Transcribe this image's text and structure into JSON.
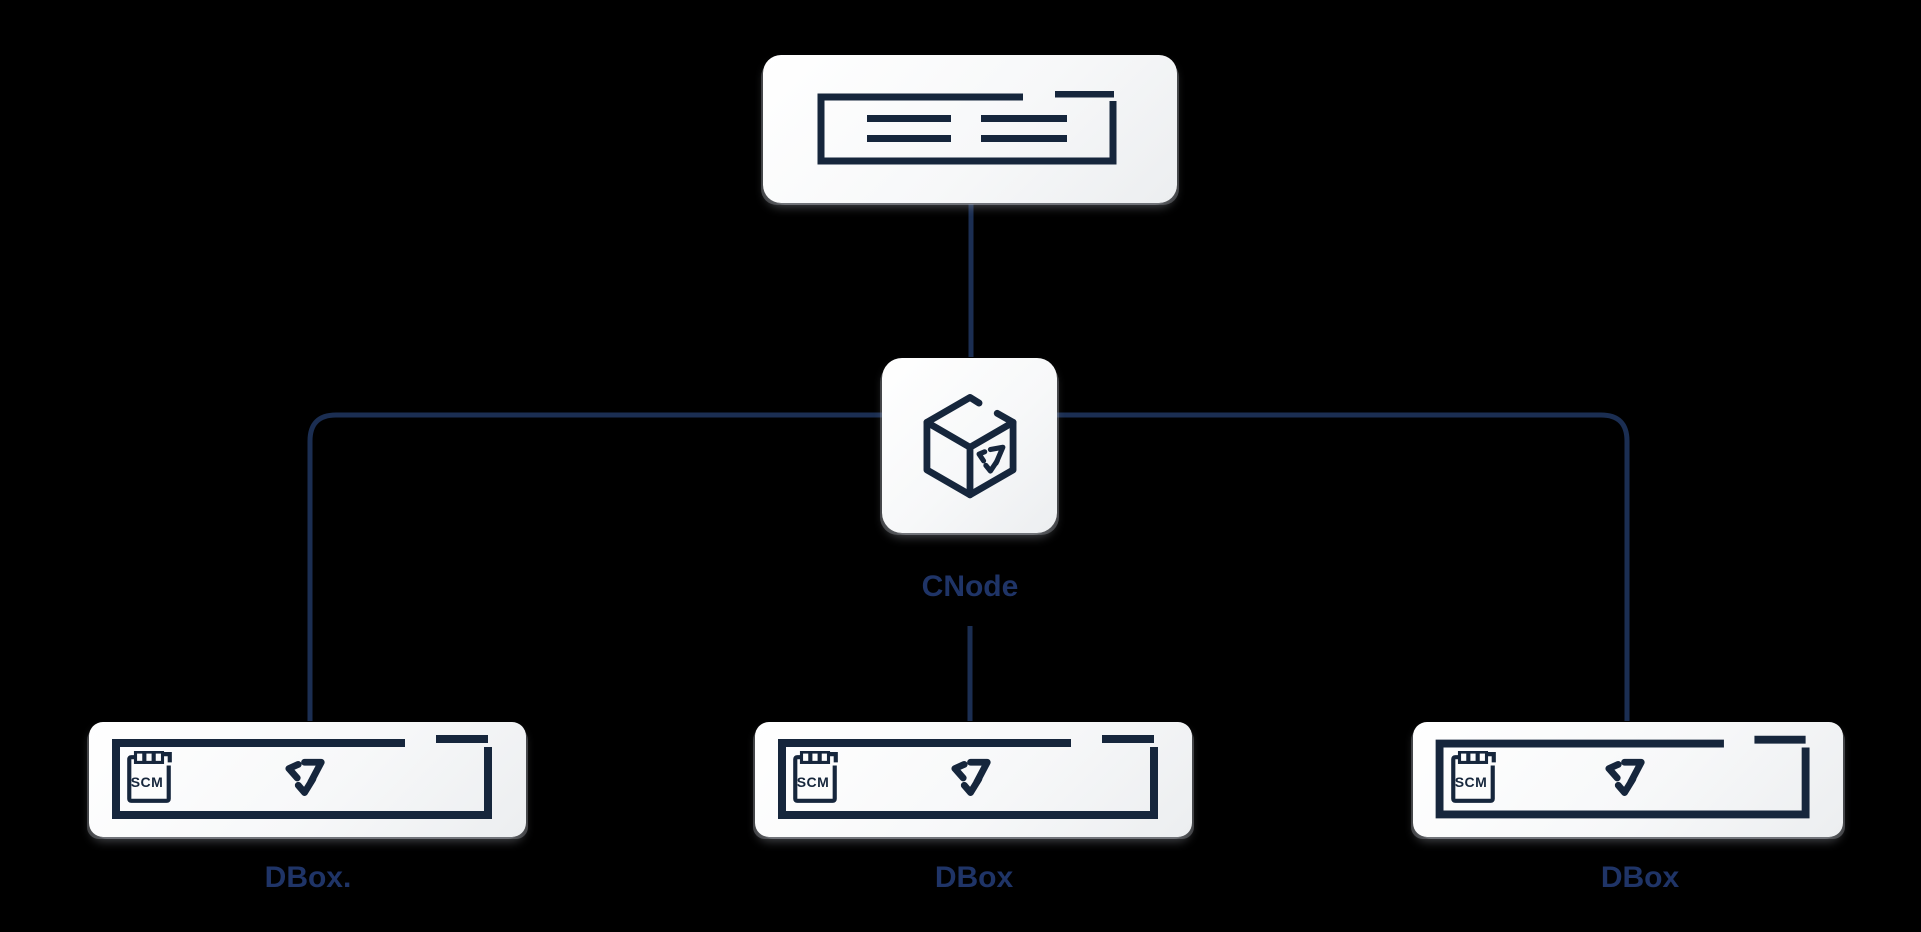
{
  "canvas": {
    "background": "#000000"
  },
  "colors": {
    "node_fill": "#ffffff",
    "node_fill_shaded": "#eceef0",
    "icon_stroke": "#16263c",
    "connector_line": "#1b2e52",
    "label_text": "#1f3467"
  },
  "nodes": {
    "server": {
      "icon": "server-card-icon"
    },
    "cnode": {
      "label": "CNode",
      "icon": "package-cube-icon"
    },
    "dbox_left": {
      "label": "DBox.",
      "scm_text": "SCM",
      "icon": "scm-repo-icon",
      "logo": "v-triangle-logo-icon"
    },
    "dbox_middle": {
      "label": "DBox",
      "scm_text": "SCM",
      "icon": "scm-repo-icon",
      "logo": "v-triangle-logo-icon"
    },
    "dbox_right": {
      "label": "DBox",
      "scm_text": "SCM",
      "icon": "scm-repo-icon",
      "logo": "v-triangle-logo-icon"
    }
  },
  "edges": [
    {
      "from": "server",
      "to": "cnode"
    },
    {
      "from": "cnode",
      "to": "dbox_left"
    },
    {
      "from": "cnode",
      "to": "dbox_middle"
    },
    {
      "from": "cnode",
      "to": "dbox_right"
    }
  ]
}
